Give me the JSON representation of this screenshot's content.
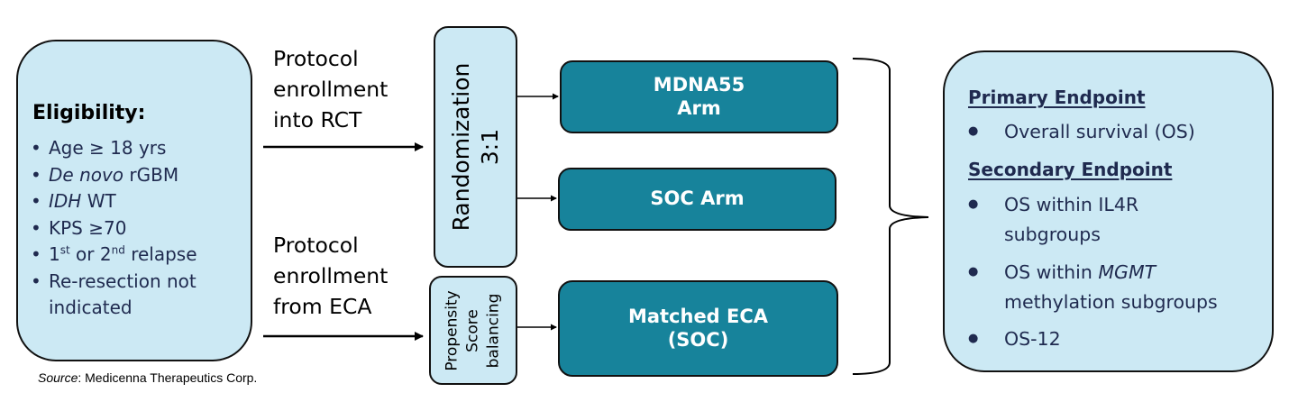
{
  "eligibility": {
    "title": "Eligibility:",
    "bullet": "•",
    "items": [
      {
        "parts": [
          {
            "text": "Age ≥ 18 yrs"
          }
        ]
      },
      {
        "parts": [
          {
            "text": "De novo",
            "italic": true
          },
          {
            "text": " rGBM"
          }
        ]
      },
      {
        "parts": [
          {
            "text": "IDH",
            "italic": true
          },
          {
            "text": " WT"
          }
        ]
      },
      {
        "parts": [
          {
            "text": "KPS ≥70"
          }
        ]
      },
      {
        "parts": [
          {
            "text": "1"
          },
          {
            "text": "st",
            "sup": true
          },
          {
            "text": " or 2"
          },
          {
            "text": "nd",
            "sup": true
          },
          {
            "text": " relapse"
          }
        ]
      },
      {
        "parts": [
          {
            "text": "Re-resection not indicated"
          }
        ]
      }
    ]
  },
  "enrollment": {
    "rct": [
      "Protocol",
      "enrollment",
      "into RCT"
    ],
    "eca": [
      "Protocol",
      "enrollment",
      "from ECA"
    ]
  },
  "randomization": {
    "line1": "Randomization",
    "line2": "3:1"
  },
  "propensity": {
    "line1": "Propensity",
    "line2": "Score",
    "line3": "balancing"
  },
  "arms": [
    {
      "line1": "MDNA55",
      "line2": "Arm"
    },
    {
      "line1": "SOC Arm",
      "line2": ""
    },
    {
      "line1": "Matched ECA",
      "line2": "(SOC)"
    }
  ],
  "endpoints": {
    "primary_title": "Primary Endpoint",
    "primary_items": [
      "Overall survival (OS)"
    ],
    "secondary_title": "Secondary Endpoint",
    "secondary_items": [
      {
        "line1": "OS within IL4R",
        "line2": "subgroups"
      },
      {
        "line1a": "OS within ",
        "line1b": "MGMT",
        "line2": "methylation subgroups"
      },
      {
        "line1": "OS-12",
        "line2": ""
      }
    ],
    "bullet": "●"
  },
  "source": {
    "label": "Source",
    "text": ": Medicenna Therapeutics Corp."
  },
  "colors": {
    "light_box": "#cce9f4",
    "teal_box": "#17839b",
    "text_navy": "#1f2a4f"
  }
}
